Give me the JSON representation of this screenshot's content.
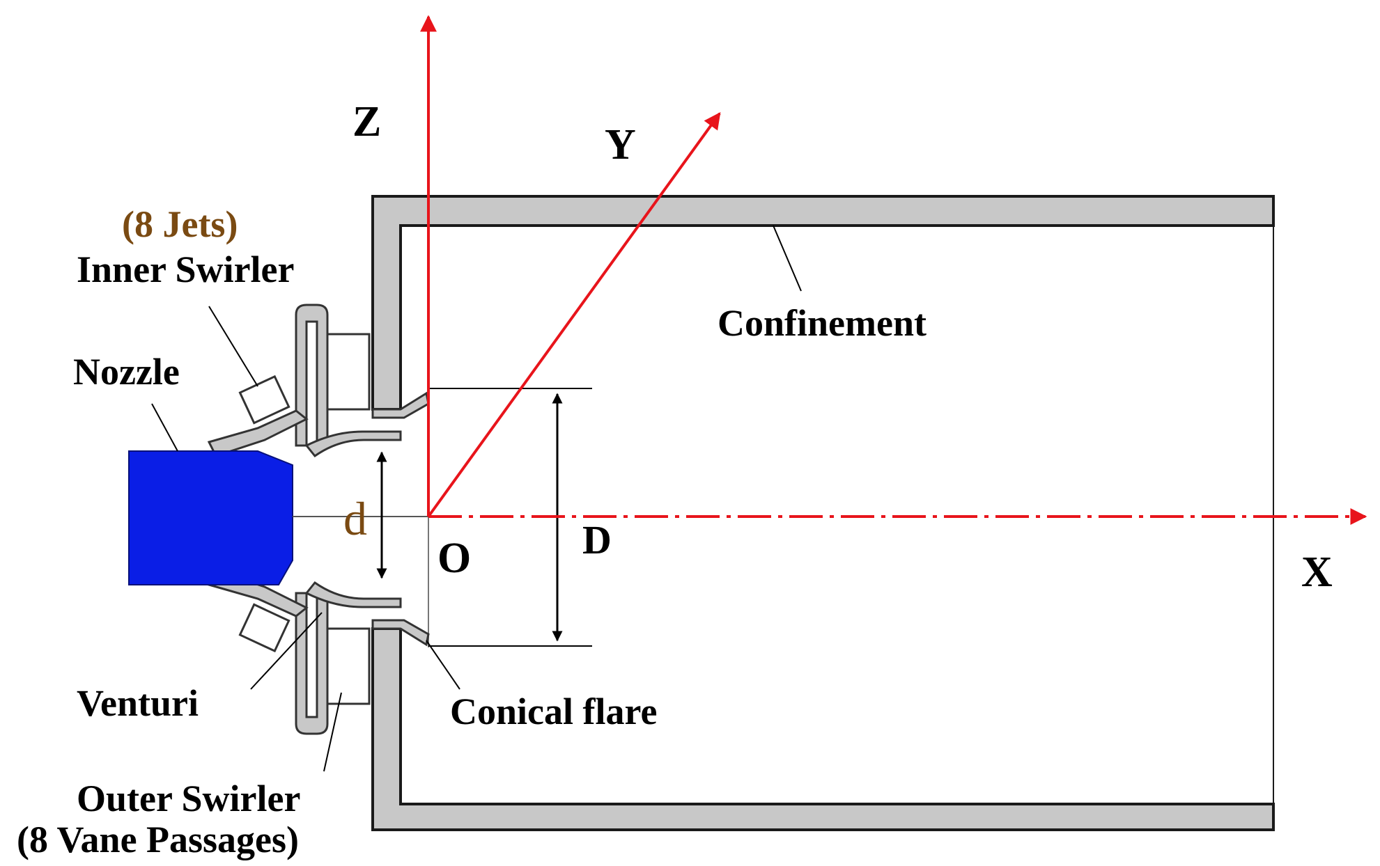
{
  "labels": {
    "jets": "(8 Jets)",
    "inner_swirler": "Inner Swirler",
    "nozzle": "Nozzle",
    "confinement": "Confinement",
    "venturi": "Venturi",
    "conical_flare": "Conical flare",
    "outer_swirler": "Outer Swirler",
    "vane_passages": "(8 Vane Passages)"
  },
  "axes": {
    "x": "X",
    "y": "Y",
    "z": "Z",
    "origin": "O"
  },
  "dimensions": {
    "small_diameter": "d",
    "large_diameter": "D"
  },
  "colors": {
    "axis": "#e8141b",
    "nozzle": "#0a1ee6",
    "wall_fill": "#c8c8c8",
    "wall_stroke": "#1a1a1a",
    "brown_text": "#7a4a12"
  }
}
